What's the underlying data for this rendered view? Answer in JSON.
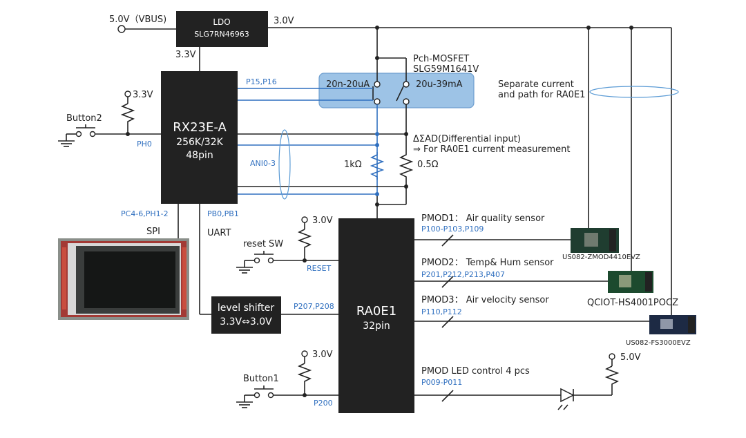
{
  "vbus_label": "5.0V（VBUS)",
  "ldo": {
    "title": "LDO",
    "part": "SLG7RN46963",
    "out_3v3": "3.3V",
    "out_3v0": "3.0V"
  },
  "rx": {
    "title": "RX23E-A",
    "mem": "256K/32K",
    "pins": "48pin"
  },
  "ra": {
    "title": "RA0E1",
    "pins": "32pin"
  },
  "pins": {
    "p15_16": "P15,P16",
    "ph0": "PH0",
    "ani": "ANI0-3",
    "pc46": "PC4-6,PH1-2",
    "pb01": "PB0,PB1",
    "p207": "P207,P208",
    "reset_pin": "RESET",
    "p200": "P200",
    "pmod1_pins": "P100-P103,P109",
    "pmod2_pins": "P201,P212,P213,P407",
    "pmod3_pins": "P110,P112",
    "led_pins": "P009-P011"
  },
  "labels": {
    "spi": "SPI",
    "uart": "UART",
    "button2": "Button2",
    "button1": "Button1",
    "reset_sw": "reset SW",
    "v3_3": "3.3V",
    "v3_0a": "3.0V",
    "v3_0b": "3.0V",
    "v5_0": "5.0V",
    "mos_title": "Pch-MOSFET",
    "mos_part": "SLG59M1641V",
    "range_low": "20n-20uA",
    "range_high": "20u-39mA",
    "separate1": "Separate current",
    "separate2": "and path for RA0E1",
    "dsad1": "ΔΣAD(Differential input)",
    "dsad2": "⇒ For RA0E1 current measurement",
    "r1k": "1kΩ",
    "r05": "0.5Ω",
    "ls1": "level shifter",
    "ls2": "3.3V⇔3.0V",
    "pmod1": "PMOD1： Air quality sensor",
    "pmod2": "PMOD2： Temp& Hum sensor",
    "pmod3": "PMOD3： Air velocity sensor",
    "pmod_led": "PMOD LED control 4 pcs",
    "sensor1": "US082-ZMOD4410EVZ",
    "sensor2": "QCIOT-HS4001POCZ",
    "sensor3": "US082-FS3000EVZ"
  }
}
